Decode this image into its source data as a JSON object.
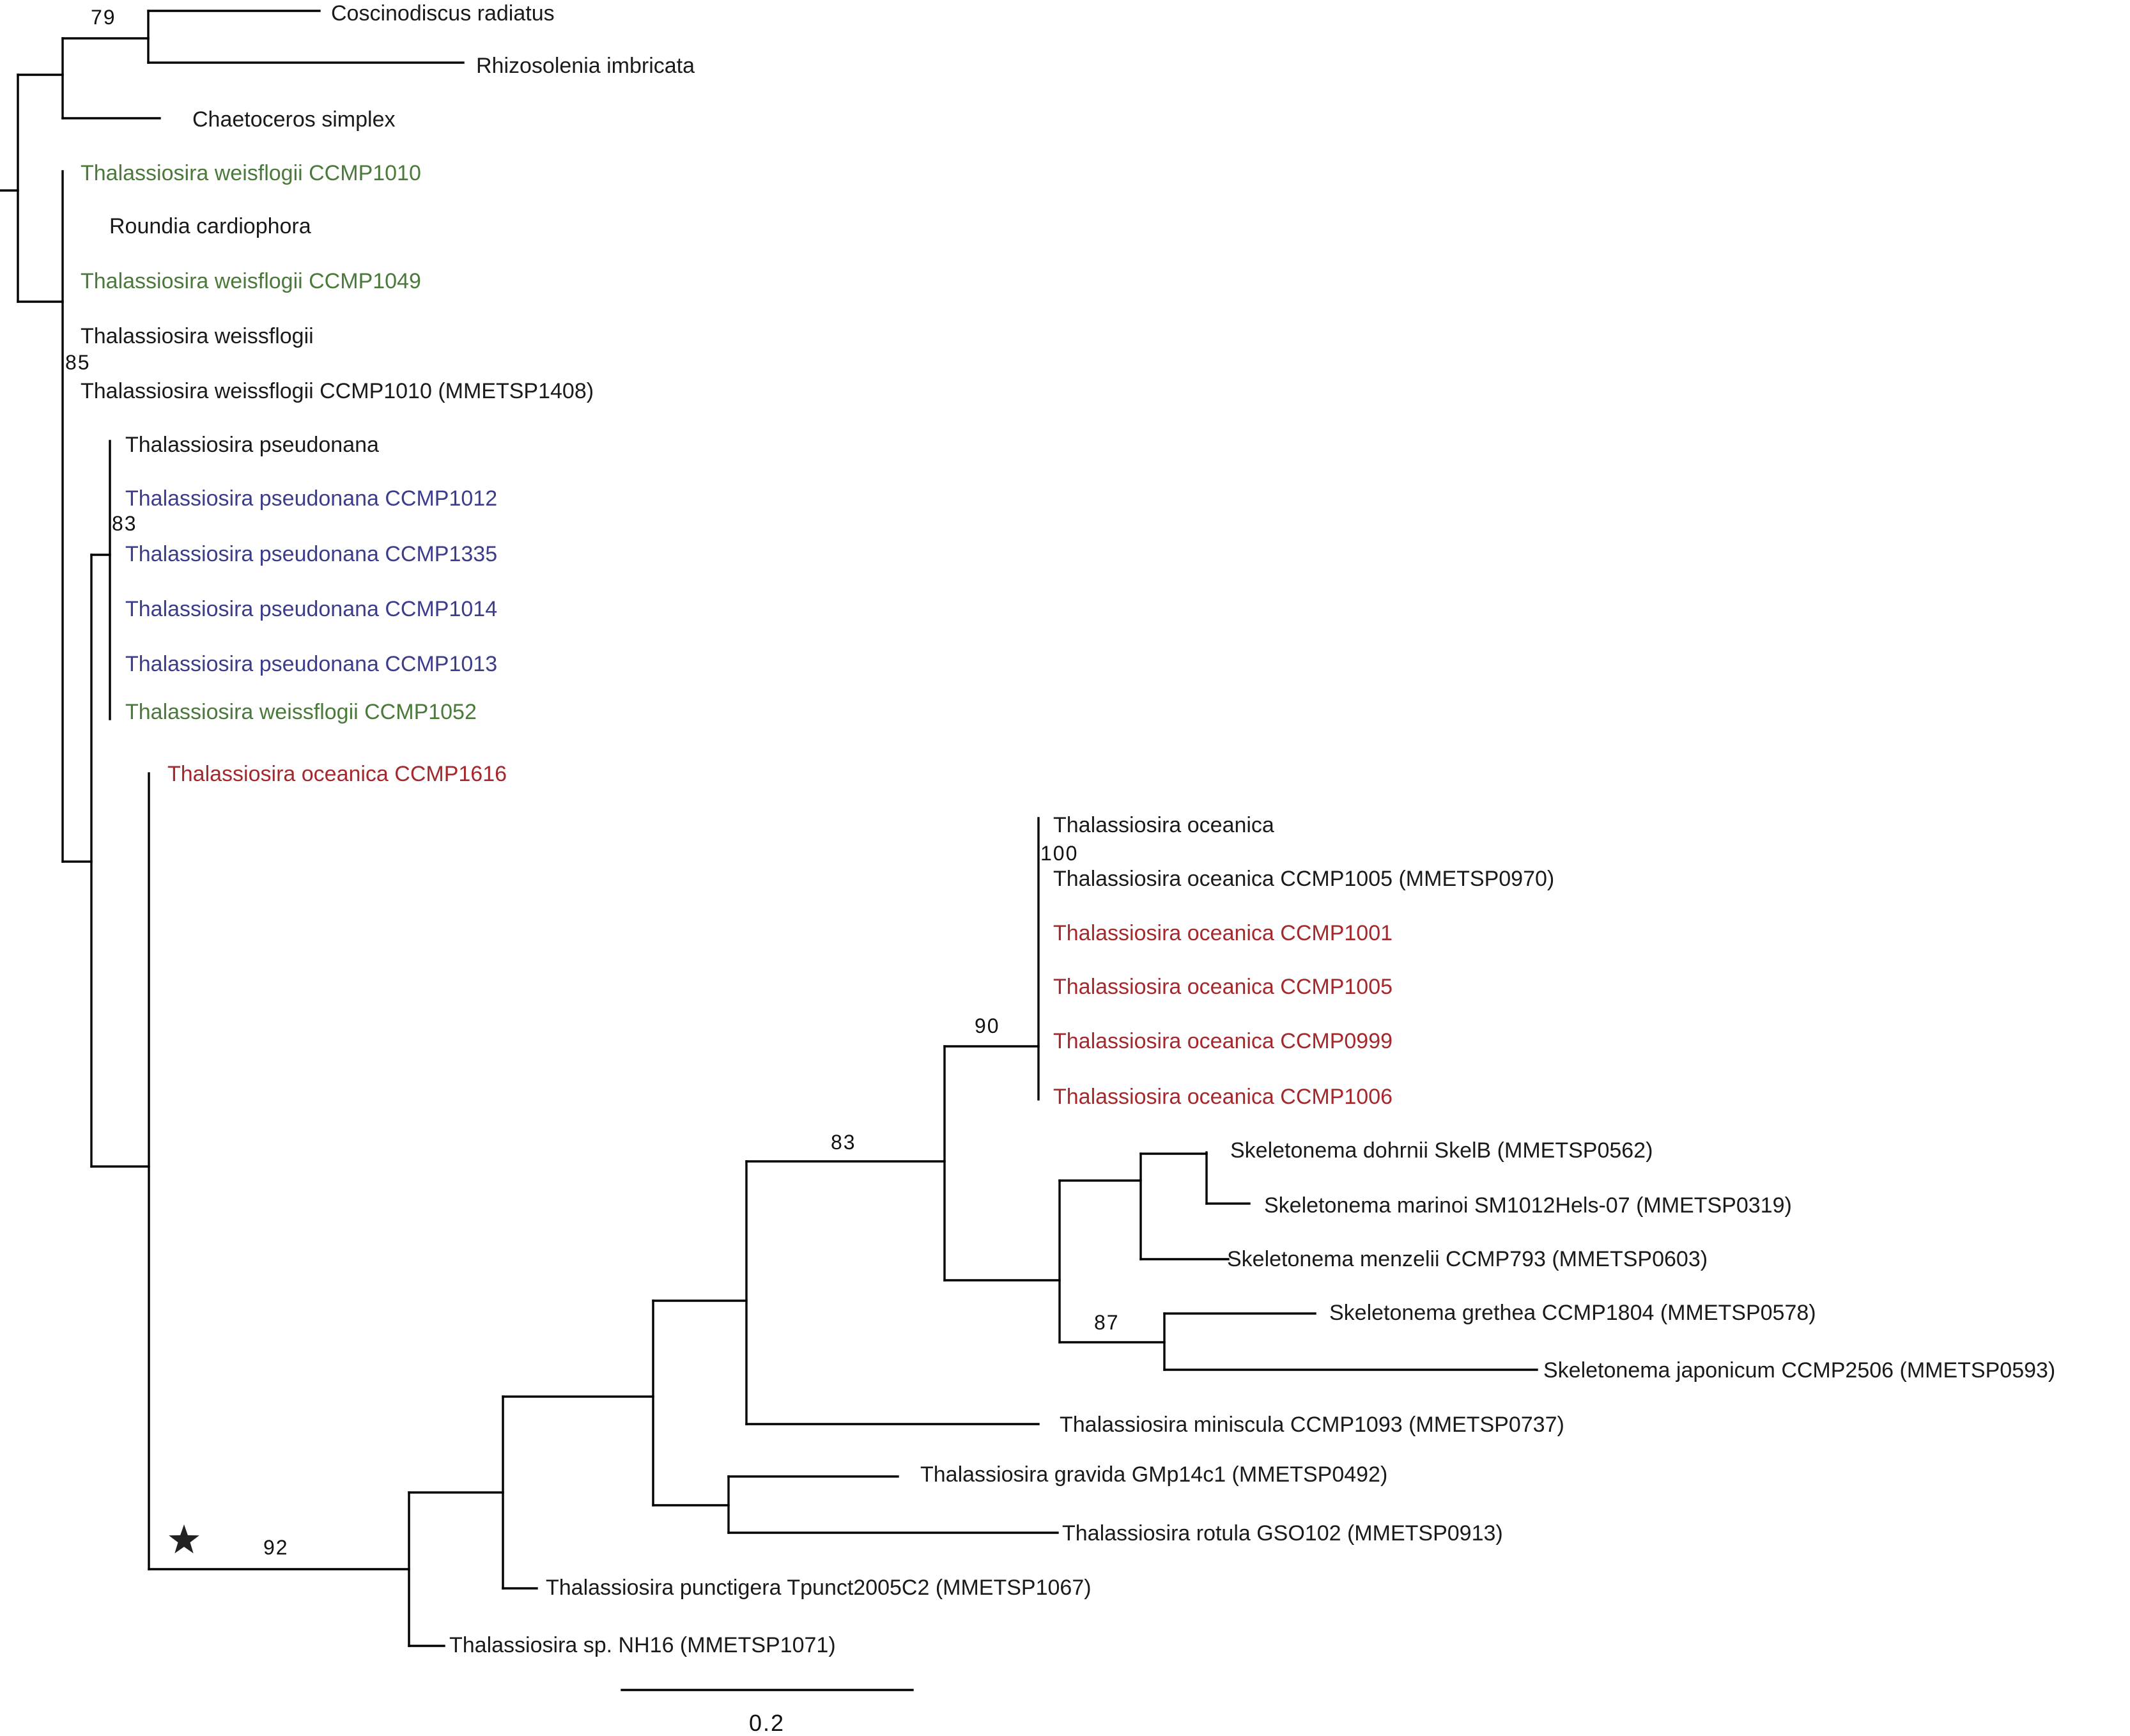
{
  "colors": {
    "black": "#1a1a1a",
    "green": "#4a7a3a",
    "blue": "#3b3d8c",
    "red": "#a5282c"
  },
  "taxa": [
    {
      "id": "coscinodiscus-radiatus",
      "label": "Coscinodiscus radiatus",
      "color": "black"
    },
    {
      "id": "rhizosolenia-imbricata",
      "label": "Rhizosolenia imbricata",
      "color": "black"
    },
    {
      "id": "chaetoceros-simplex",
      "label": "Chaetoceros simplex",
      "color": "black"
    },
    {
      "id": "t-weisflogii-ccmp1010",
      "label": "Thalassiosira weisflogii CCMP1010",
      "color": "green"
    },
    {
      "id": "roundia-cardiophora",
      "label": "Roundia cardiophora",
      "color": "black"
    },
    {
      "id": "t-weisflogii-ccmp1049",
      "label": "Thalassiosira weisflogii CCMP1049",
      "color": "green"
    },
    {
      "id": "t-weissflogii",
      "label": "Thalassiosira weissflogii",
      "color": "black"
    },
    {
      "id": "t-weissflogii-ccmp1010-mmetsp1408",
      "label": "Thalassiosira weissflogii CCMP1010 (MMETSP1408)",
      "color": "black"
    },
    {
      "id": "t-pseudonana",
      "label": "Thalassiosira pseudonana",
      "color": "black"
    },
    {
      "id": "t-pseudonana-ccmp1012",
      "label": "Thalassiosira pseudonana CCMP1012",
      "color": "blue"
    },
    {
      "id": "t-pseudonana-ccmp1335",
      "label": "Thalassiosira pseudonana CCMP1335",
      "color": "blue"
    },
    {
      "id": "t-pseudonana-ccmp1014",
      "label": "Thalassiosira pseudonana CCMP1014",
      "color": "blue"
    },
    {
      "id": "t-pseudonana-ccmp1013",
      "label": "Thalassiosira pseudonana CCMP1013",
      "color": "blue"
    },
    {
      "id": "t-weissflogii-ccmp1052",
      "label": "Thalassiosira weissflogii CCMP1052",
      "color": "green"
    },
    {
      "id": "t-oceanica-ccmp1616",
      "label": "Thalassiosira oceanica CCMP1616",
      "color": "red"
    },
    {
      "id": "t-oceanica",
      "label": "Thalassiosira oceanica",
      "color": "black"
    },
    {
      "id": "t-oceanica-ccmp1005-mmetsp0970",
      "label": "Thalassiosira oceanica CCMP1005 (MMETSP0970)",
      "color": "black"
    },
    {
      "id": "t-oceanica-ccmp1001",
      "label": "Thalassiosira oceanica CCMP1001",
      "color": "red"
    },
    {
      "id": "t-oceanica-ccmp1005",
      "label": "Thalassiosira oceanica CCMP1005",
      "color": "red"
    },
    {
      "id": "t-oceanica-ccmp0999",
      "label": "Thalassiosira oceanica CCMP0999",
      "color": "red"
    },
    {
      "id": "t-oceanica-ccmp1006",
      "label": "Thalassiosira oceanica CCMP1006",
      "color": "red"
    },
    {
      "id": "s-dohrnii",
      "label": "Skeletonema dohrnii SkelB (MMETSP0562)",
      "color": "black"
    },
    {
      "id": "s-marinoi",
      "label": "Skeletonema marinoi SM1012Hels-07 (MMETSP0319)",
      "color": "black"
    },
    {
      "id": "s-menzelii",
      "label": "Skeletonema menzelii CCMP793 (MMETSP0603)",
      "color": "black"
    },
    {
      "id": "s-grethea",
      "label": "Skeletonema grethea CCMP1804 (MMETSP0578)",
      "color": "black"
    },
    {
      "id": "s-japonicum",
      "label": "Skeletonema japonicum CCMP2506 (MMETSP0593)",
      "color": "black"
    },
    {
      "id": "t-miniscula",
      "label": "Thalassiosira miniscula CCMP1093 (MMETSP0737)",
      "color": "black"
    },
    {
      "id": "t-gravida",
      "label": "Thalassiosira gravida GMp14c1 (MMETSP0492)",
      "color": "black"
    },
    {
      "id": "t-rotula",
      "label": "Thalassiosira rotula GSO102 (MMETSP0913)",
      "color": "black"
    },
    {
      "id": "t-punctigera",
      "label": "Thalassiosira punctigera Tpunct2005C2 (MMETSP1067)",
      "color": "black"
    },
    {
      "id": "t-sp-nh16",
      "label": "Thalassiosira sp. NH16 (MMETSP1071)",
      "color": "black"
    }
  ],
  "bootstrap": [
    {
      "id": "bs-79",
      "value": "79"
    },
    {
      "id": "bs-85",
      "value": "85"
    },
    {
      "id": "bs-83-pseudonana",
      "value": "83"
    },
    {
      "id": "bs-100",
      "value": "100"
    },
    {
      "id": "bs-90",
      "value": "90"
    },
    {
      "id": "bs-83-skeletonema",
      "value": "83"
    },
    {
      "id": "bs-87",
      "value": "87"
    },
    {
      "id": "bs-92",
      "value": "92"
    }
  ],
  "scale_bar": {
    "value": "0.2"
  },
  "marker": {
    "icon": "star-icon"
  }
}
